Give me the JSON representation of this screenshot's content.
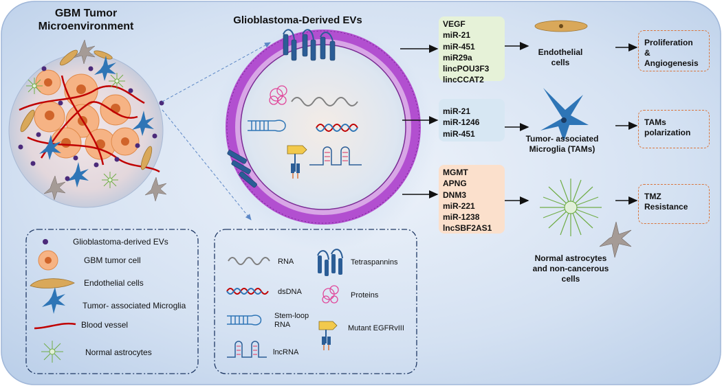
{
  "titles": {
    "microenvironment_line1": "GBM Tumor",
    "microenvironment_line2": "Microenvironment",
    "evs": "Glioblastoma-Derived EVs"
  },
  "cargo_groups": [
    {
      "items": [
        "VEGF",
        "miR-21",
        "miR-451",
        "miR29a",
        "lincPOU3F3",
        "lincCCAT2"
      ],
      "color": "#e6f2d8"
    },
    {
      "items": [
        "miR-21",
        "miR-1246",
        "miR-451"
      ],
      "color": "#d7e7f3"
    },
    {
      "items": [
        "MGMT",
        "APNG",
        "DNM3",
        "miR-221",
        "miR-1238",
        "lncSBF2AS1"
      ],
      "color": "#fbe0cc"
    }
  ],
  "target_cells": [
    {
      "line1": "Endothelial",
      "line2": "cells"
    },
    {
      "line1": "Tumor- associated",
      "line2": "Microglia (TAMs)"
    },
    {
      "line1": "Normal astrocytes",
      "line2": "and non-cancerous",
      "line3": "cells"
    }
  ],
  "outcomes": [
    {
      "line1": "Proliferation",
      "line2": "& Angiogenesis"
    },
    {
      "line1": "TAMs",
      "line2": "polarization"
    },
    {
      "line1": "TMZ",
      "line2": "Resistance"
    }
  ],
  "legend_cells": {
    "evs": "Glioblastoma-derived EVs",
    "tumor_cell": "GBM tumor cell",
    "endothelial": "Endothelial cells",
    "microglia": "Tumor- associated Microglia",
    "vessel": "Blood vessel",
    "astrocytes": "Normal astrocytes"
  },
  "legend_cargo": {
    "rna": "RNA",
    "dsdna": "dsDNA",
    "stemloop_line1": "Stem-loop",
    "stemloop_line2": "RNA",
    "lncrna": "lncRNA",
    "tetraspannins": "Tetraspannins",
    "proteins": "Proteins",
    "egfr": "Mutant EGFRvIII"
  },
  "colors": {
    "background": "#c9d9ee",
    "tumor_cell": "#f6b384",
    "endothelial": "#d9a85a",
    "microglia": "#2e75b6",
    "vessel": "#c00000",
    "astrocyte": "#70ad47",
    "ev_dot": "#4b2a7a",
    "membrane": "#b24fd0",
    "tetraspannin": "#2b5d96",
    "outcome_border": "#d9743a"
  }
}
